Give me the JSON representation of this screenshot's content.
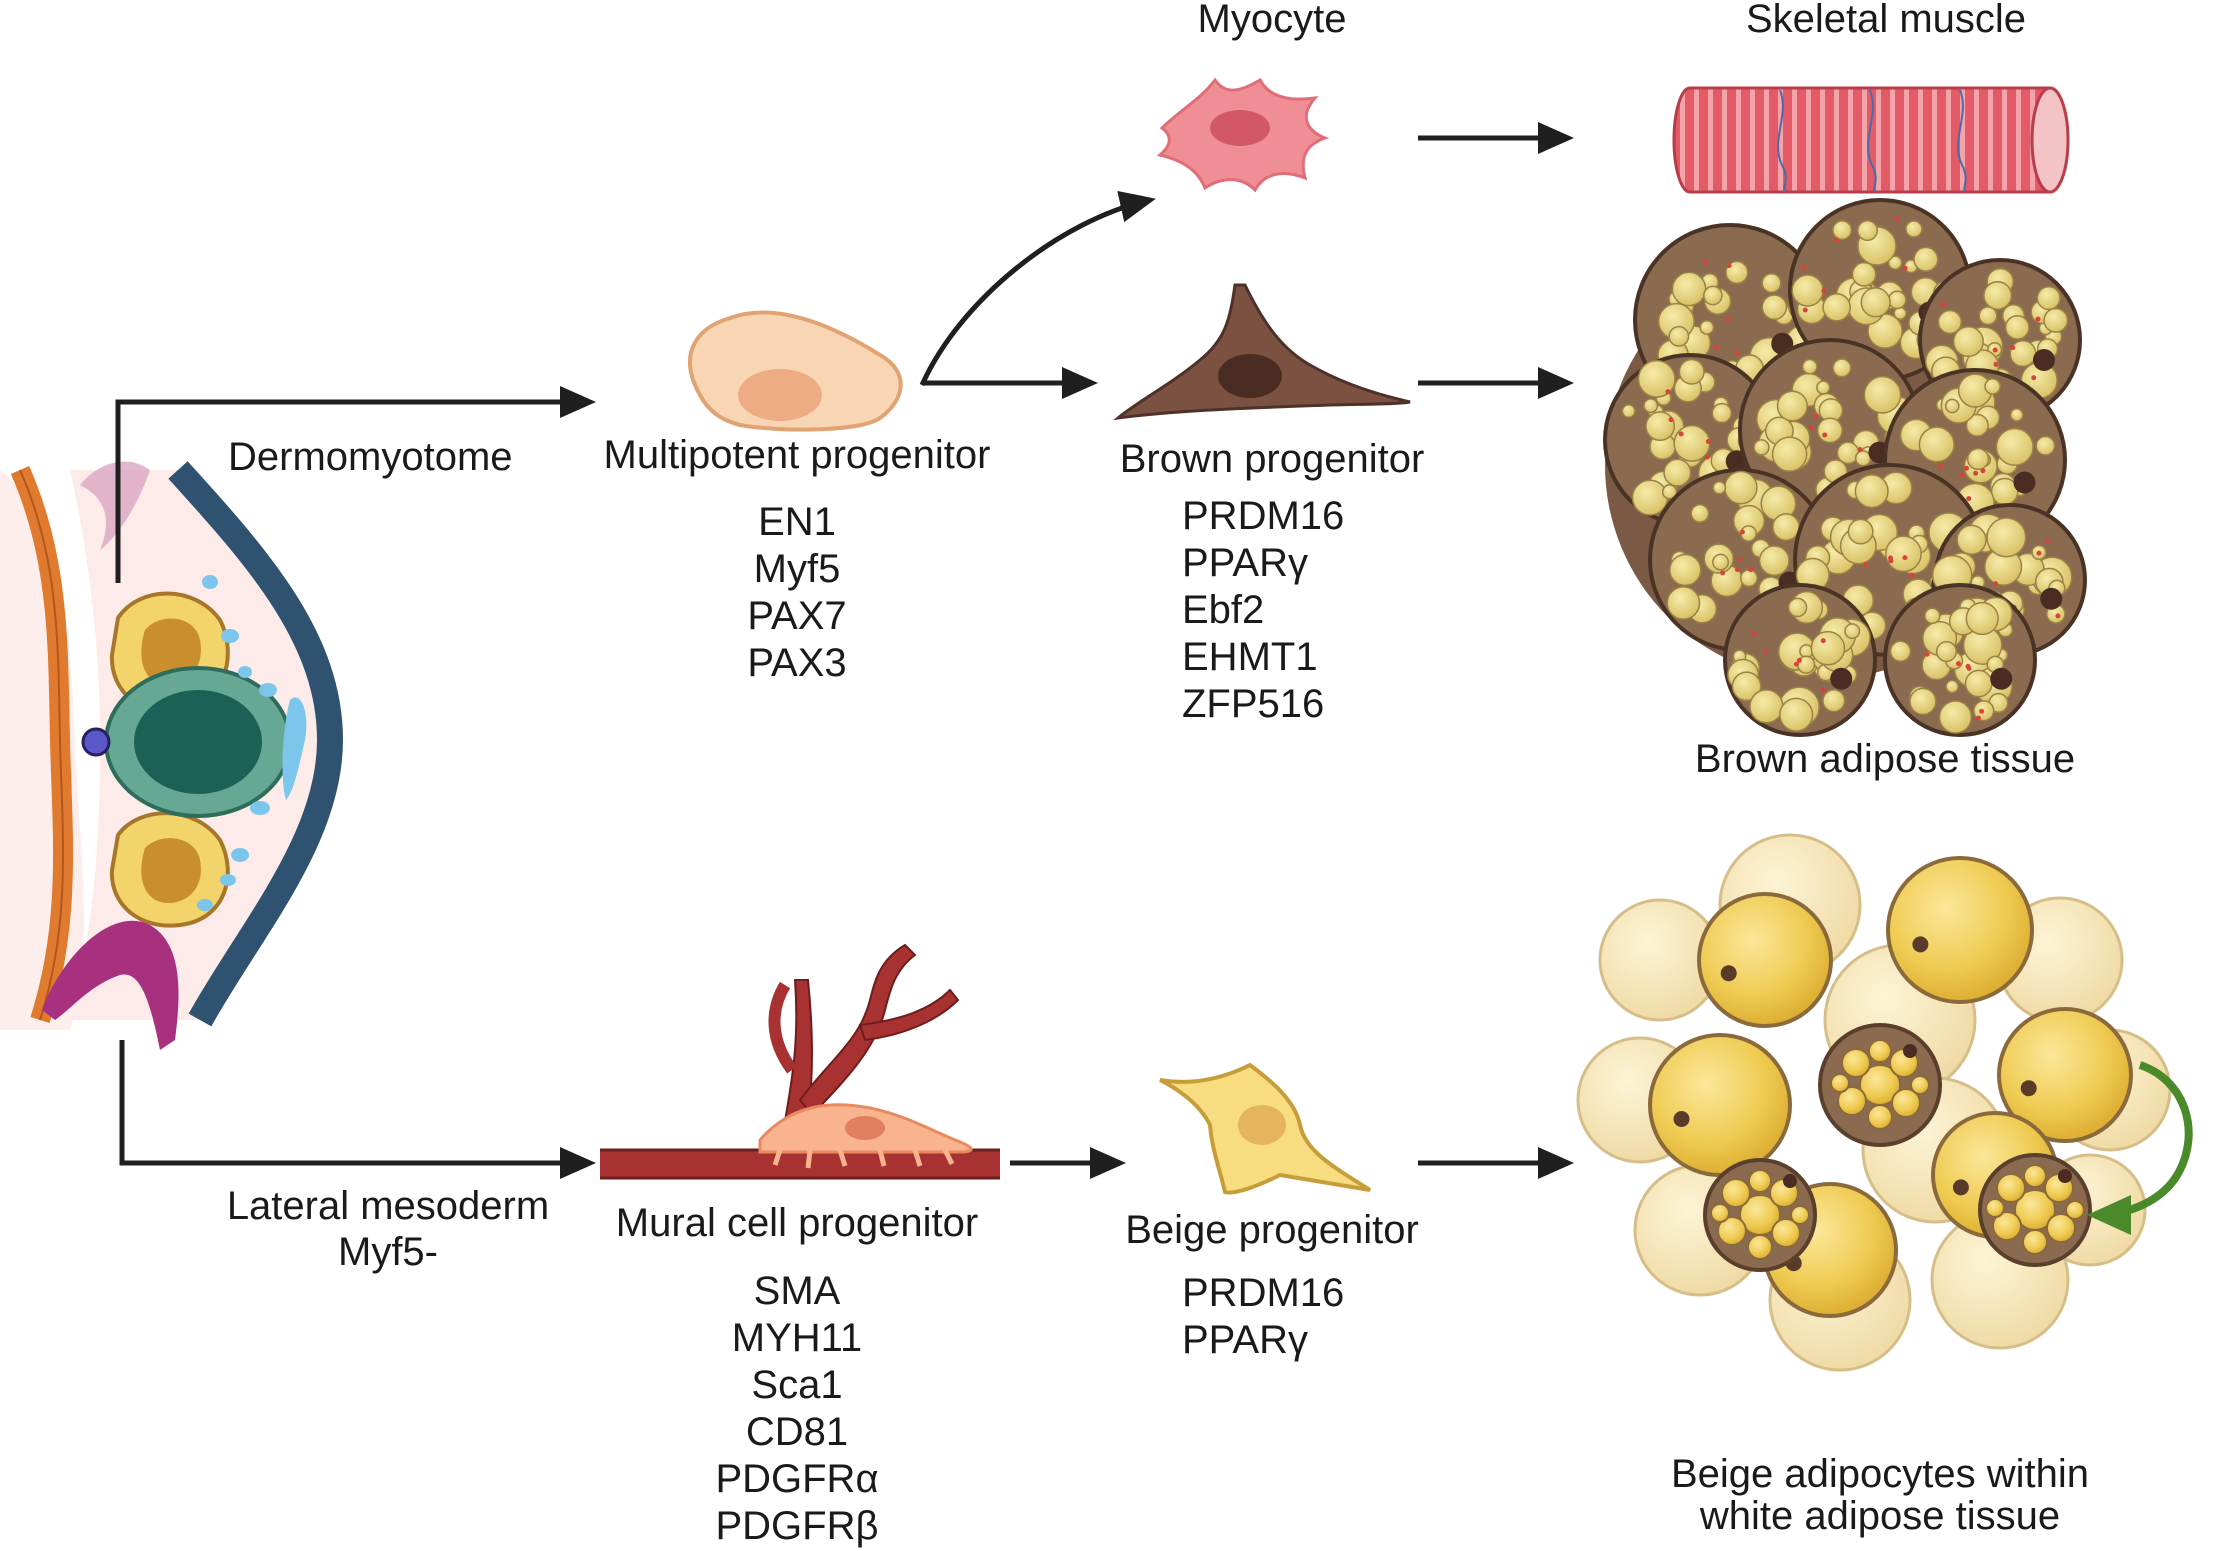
{
  "labels": {
    "myocyte": "Myocyte",
    "skeletal_muscle": "Skeletal muscle",
    "dermomyotome": "Dermomyotome",
    "multipotent_progenitor": "Multipotent progenitor",
    "brown_progenitor": "Brown progenitor",
    "brown_adipose_tissue": "Brown adipose tissue",
    "lateral_mesoderm": "Lateral mesoderm",
    "lateral_mesoderm_marker": "Myf5-",
    "mural_cell_progenitor": "Mural cell progenitor",
    "beige_progenitor": "Beige progenitor",
    "beige_tissue_line1": "Beige adipocytes within",
    "beige_tissue_line2": "white adipose tissue"
  },
  "markers": {
    "multipotent": [
      "EN1",
      "Myf5",
      "PAX7",
      "PAX3"
    ],
    "brown": [
      "PRDM16",
      "PPARγ",
      "Ebf2",
      "EHMT1",
      "ZFP516"
    ],
    "mural": [
      "SMA",
      "MYH11",
      "Sca1",
      "CD81",
      "PDGFRα",
      "PDGFRβ"
    ],
    "beige": [
      "PRDM16",
      "PPARγ"
    ]
  },
  "colors": {
    "arrow": "#1f1f1f",
    "myocyte": "#ee8a8f",
    "muscle": "#e0525f",
    "brown_cell": "#7a5040",
    "multipotent_cell": "#f8d2ae",
    "beige_cell": "#f7dc7d",
    "vessel": "#a52a2a",
    "fat_yellow": "#efcc5a",
    "recycle_arrow": "#4a8a2a"
  }
}
